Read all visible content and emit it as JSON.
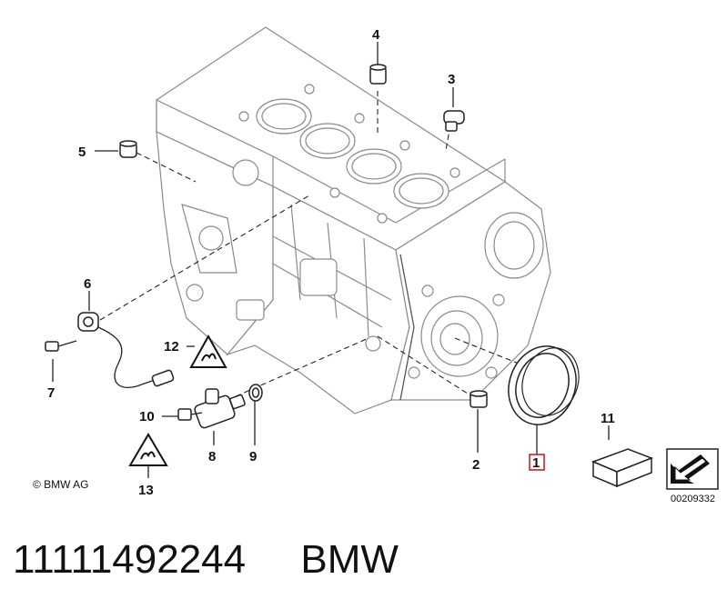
{
  "callouts": [
    "1",
    "2",
    "3",
    "4",
    "5",
    "6",
    "7",
    "8",
    "9",
    "10",
    "11",
    "12",
    "13"
  ],
  "highlighted_callout": "1",
  "highlight_color": "#d42020",
  "copyright": "© BMW AG",
  "reference_code": "00209332",
  "part_number": "11111492244",
  "brand": "BMW",
  "icons": [
    "warning-triangle-icon",
    "arrow-navigation-icon",
    "box-icon"
  ]
}
